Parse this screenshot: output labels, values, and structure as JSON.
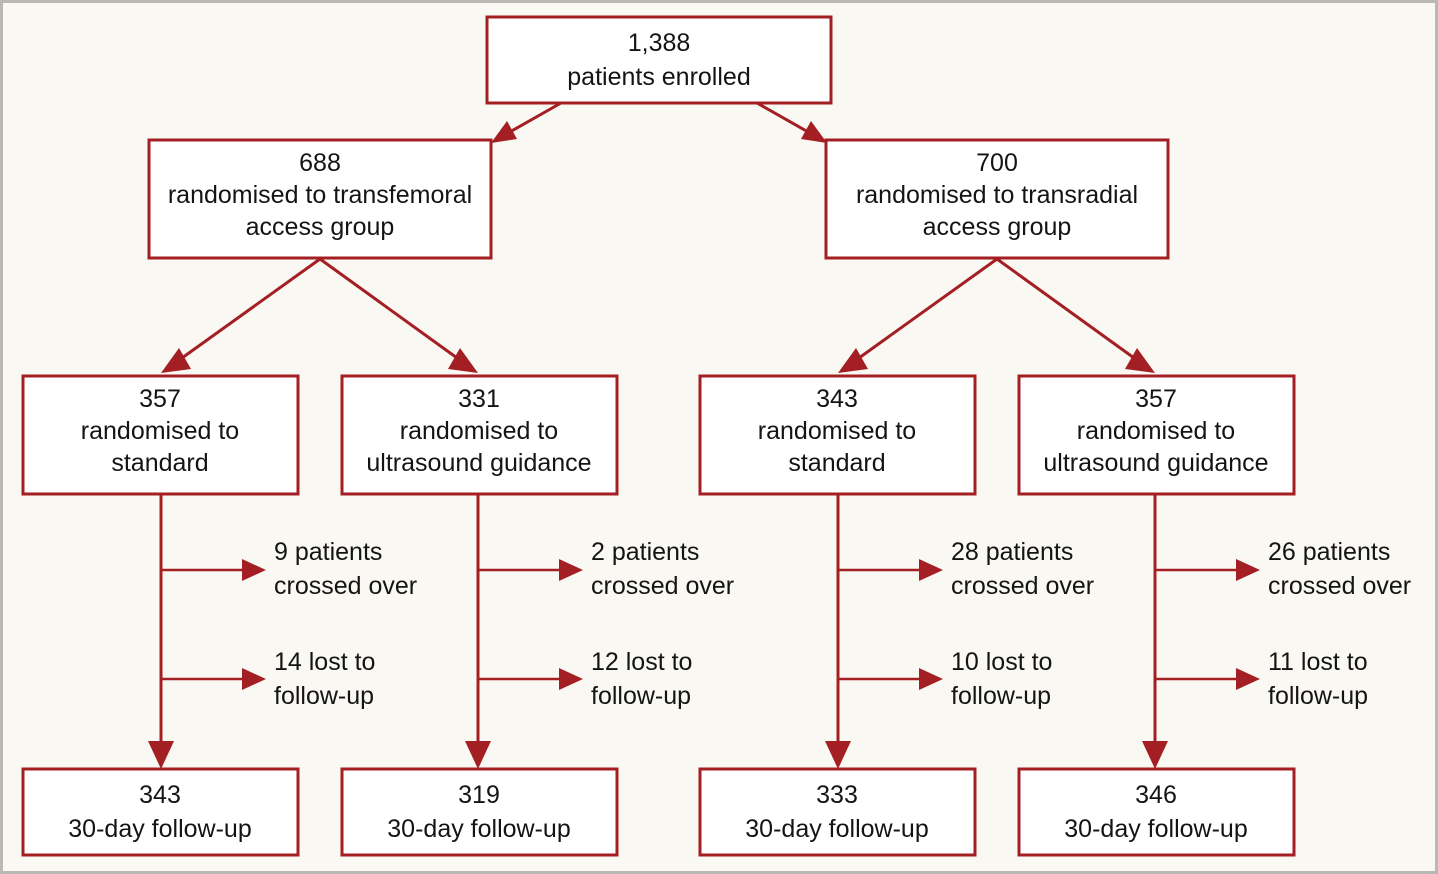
{
  "figure": {
    "type": "consort-flow-diagram",
    "background_color": "#faf8f2",
    "frame_color": "#b9b8b4",
    "box_fill": "#ffffff",
    "accent_color": "#a41f23",
    "text_color": "#141414"
  },
  "nodes": {
    "enrollment": {
      "count": "1,388",
      "label": "patients enrolled"
    },
    "arm_left": {
      "count": "688",
      "label_line1": "randomised to transfemoral",
      "label_line2": "access group"
    },
    "arm_right": {
      "count": "700",
      "label_line1": "randomised to transradial",
      "label_line2": "access group"
    },
    "group_1": {
      "count": "357",
      "label_line1": "randomised to",
      "label_line2": "standard"
    },
    "group_2": {
      "count": "331",
      "label_line1": "randomised to",
      "label_line2": "ultrasound guidance"
    },
    "group_3": {
      "count": "343",
      "label_line1": "randomised to",
      "label_line2": "standard"
    },
    "group_4": {
      "count": "357",
      "label_line1": "randomised to",
      "label_line2": "ultrasound guidance"
    },
    "outcome_1": {
      "count": "343",
      "label": "30-day follow-up"
    },
    "outcome_2": {
      "count": "319",
      "label": "30-day follow-up"
    },
    "outcome_3": {
      "count": "333",
      "label": "30-day follow-up"
    },
    "outcome_4": {
      "count": "346",
      "label": "30-day follow-up"
    }
  },
  "annotations": {
    "crossover_1": {
      "line1": "9 patients",
      "line2": "crossed over"
    },
    "crossover_2": {
      "line1": "2 patients",
      "line2": "crossed over"
    },
    "crossover_3": {
      "line1": "28 patients",
      "line2": "crossed over"
    },
    "crossover_4": {
      "line1": "26 patients",
      "line2": "crossed over"
    },
    "lost_1": {
      "line1": "14 lost to",
      "line2": "follow-up"
    },
    "lost_2": {
      "line1": "12 lost to",
      "line2": "follow-up"
    },
    "lost_3": {
      "line1": "10 lost to",
      "line2": "follow-up"
    },
    "lost_4": {
      "line1": "11 lost to",
      "line2": "follow-up"
    }
  },
  "chart_data": {
    "type": "diagram",
    "title": "",
    "flow": [
      {
        "level": 0,
        "id": "enrollment",
        "value": 1388,
        "text": "1,388 patients enrolled"
      },
      {
        "level": 1,
        "id": "arm_left",
        "value": 688,
        "text": "688 randomised to transfemoral access group",
        "parent": "enrollment"
      },
      {
        "level": 1,
        "id": "arm_right",
        "value": 700,
        "text": "700 randomised to transradial access group",
        "parent": "enrollment"
      },
      {
        "level": 2,
        "id": "group_1",
        "value": 357,
        "text": "357 randomised to standard",
        "parent": "arm_left"
      },
      {
        "level": 2,
        "id": "group_2",
        "value": 331,
        "text": "331 randomised to ultrasound guidance",
        "parent": "arm_left"
      },
      {
        "level": 2,
        "id": "group_3",
        "value": 343,
        "text": "343 randomised to standard",
        "parent": "arm_right"
      },
      {
        "level": 2,
        "id": "group_4",
        "value": 357,
        "text": "357 randomised to ultrasound guidance",
        "parent": "arm_right"
      },
      {
        "level": 3,
        "id": "outcome_1",
        "value": 343,
        "text": "343 30-day follow-up",
        "parent": "group_1",
        "crossed_over": 9,
        "lost_to_followup": 14
      },
      {
        "level": 3,
        "id": "outcome_2",
        "value": 319,
        "text": "319 30-day follow-up",
        "parent": "group_2",
        "crossed_over": 2,
        "lost_to_followup": 12
      },
      {
        "level": 3,
        "id": "outcome_3",
        "value": 333,
        "text": "333 30-day follow-up",
        "parent": "group_3",
        "crossed_over": 28,
        "lost_to_followup": 10
      },
      {
        "level": 3,
        "id": "outcome_4",
        "value": 346,
        "text": "346 30-day follow-up",
        "parent": "group_4",
        "crossed_over": 26,
        "lost_to_followup": 11
      }
    ]
  }
}
